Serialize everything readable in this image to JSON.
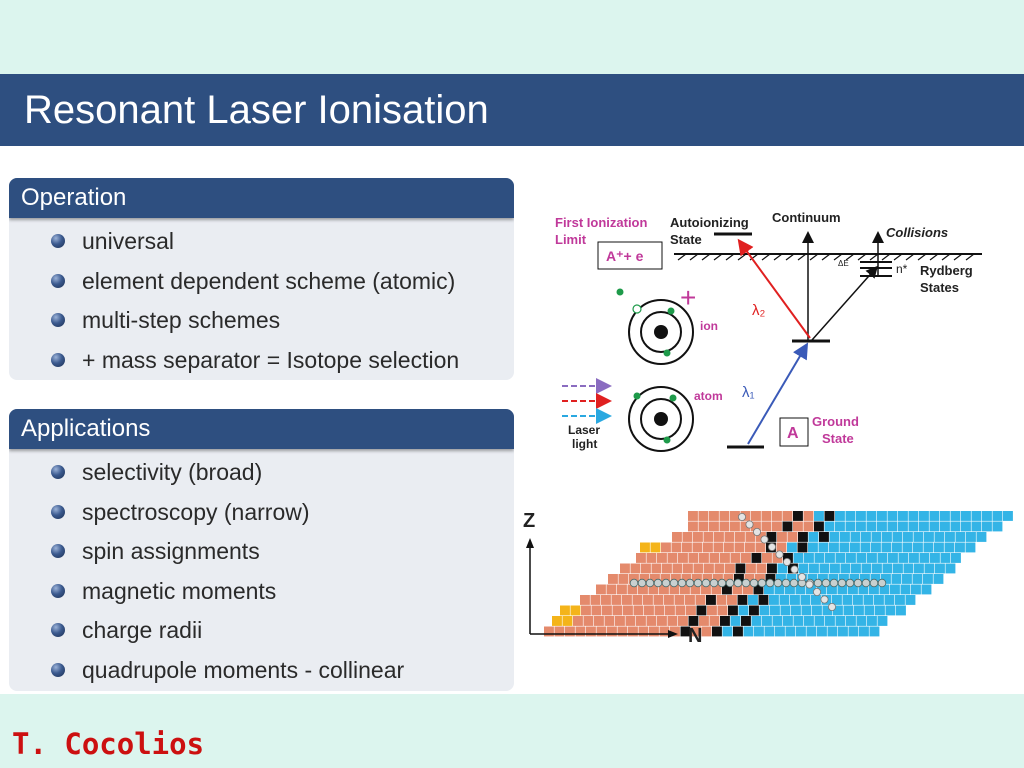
{
  "slide": {
    "title": "Resonant Laser Ionisation",
    "author": "T. Cocolios"
  },
  "operation": {
    "heading": "Operation",
    "items": [
      "universal",
      "element dependent scheme (atomic)",
      "multi-step schemes",
      "+ mass separator = Isotope selection"
    ]
  },
  "applications": {
    "heading": "Applications",
    "items": [
      "selectivity (broad)",
      "spectroscopy (narrow)",
      "spin assignments",
      "magnetic moments",
      "charge radii",
      "quadrupole moments - collinear"
    ]
  },
  "scheme": {
    "first_ionization": "First Ionization",
    "limit": "Limit",
    "ion_box": "A⁺+ e",
    "autoionizing": "Autoionizing",
    "state": "State",
    "continuum": "Continuum",
    "collisions": "Collisions",
    "delta_e": "ΔE",
    "n_star": "n*",
    "rydberg": "Rydberg",
    "states": "States",
    "lambda2": "λ₂",
    "lambda1": "λ₁",
    "plus": "+",
    "ion": "ion",
    "atom": "atom",
    "laser": "Laser",
    "light": "light",
    "atom_box": "A",
    "ground": "Ground",
    "ground_state": "State",
    "colors": {
      "magenta": "#c0399a",
      "red": "#e02020",
      "blue": "#3a5ab8",
      "purple": "#8a6cc0",
      "cyan": "#2aa8e0",
      "green": "#1e9a4a"
    }
  },
  "chart": {
    "z_label": "Z",
    "n_label": "N",
    "colors": {
      "salmon": "#e48a6c",
      "black": "#111111",
      "cyan": "#33b4e6",
      "yellow": "#f4b41a"
    }
  }
}
